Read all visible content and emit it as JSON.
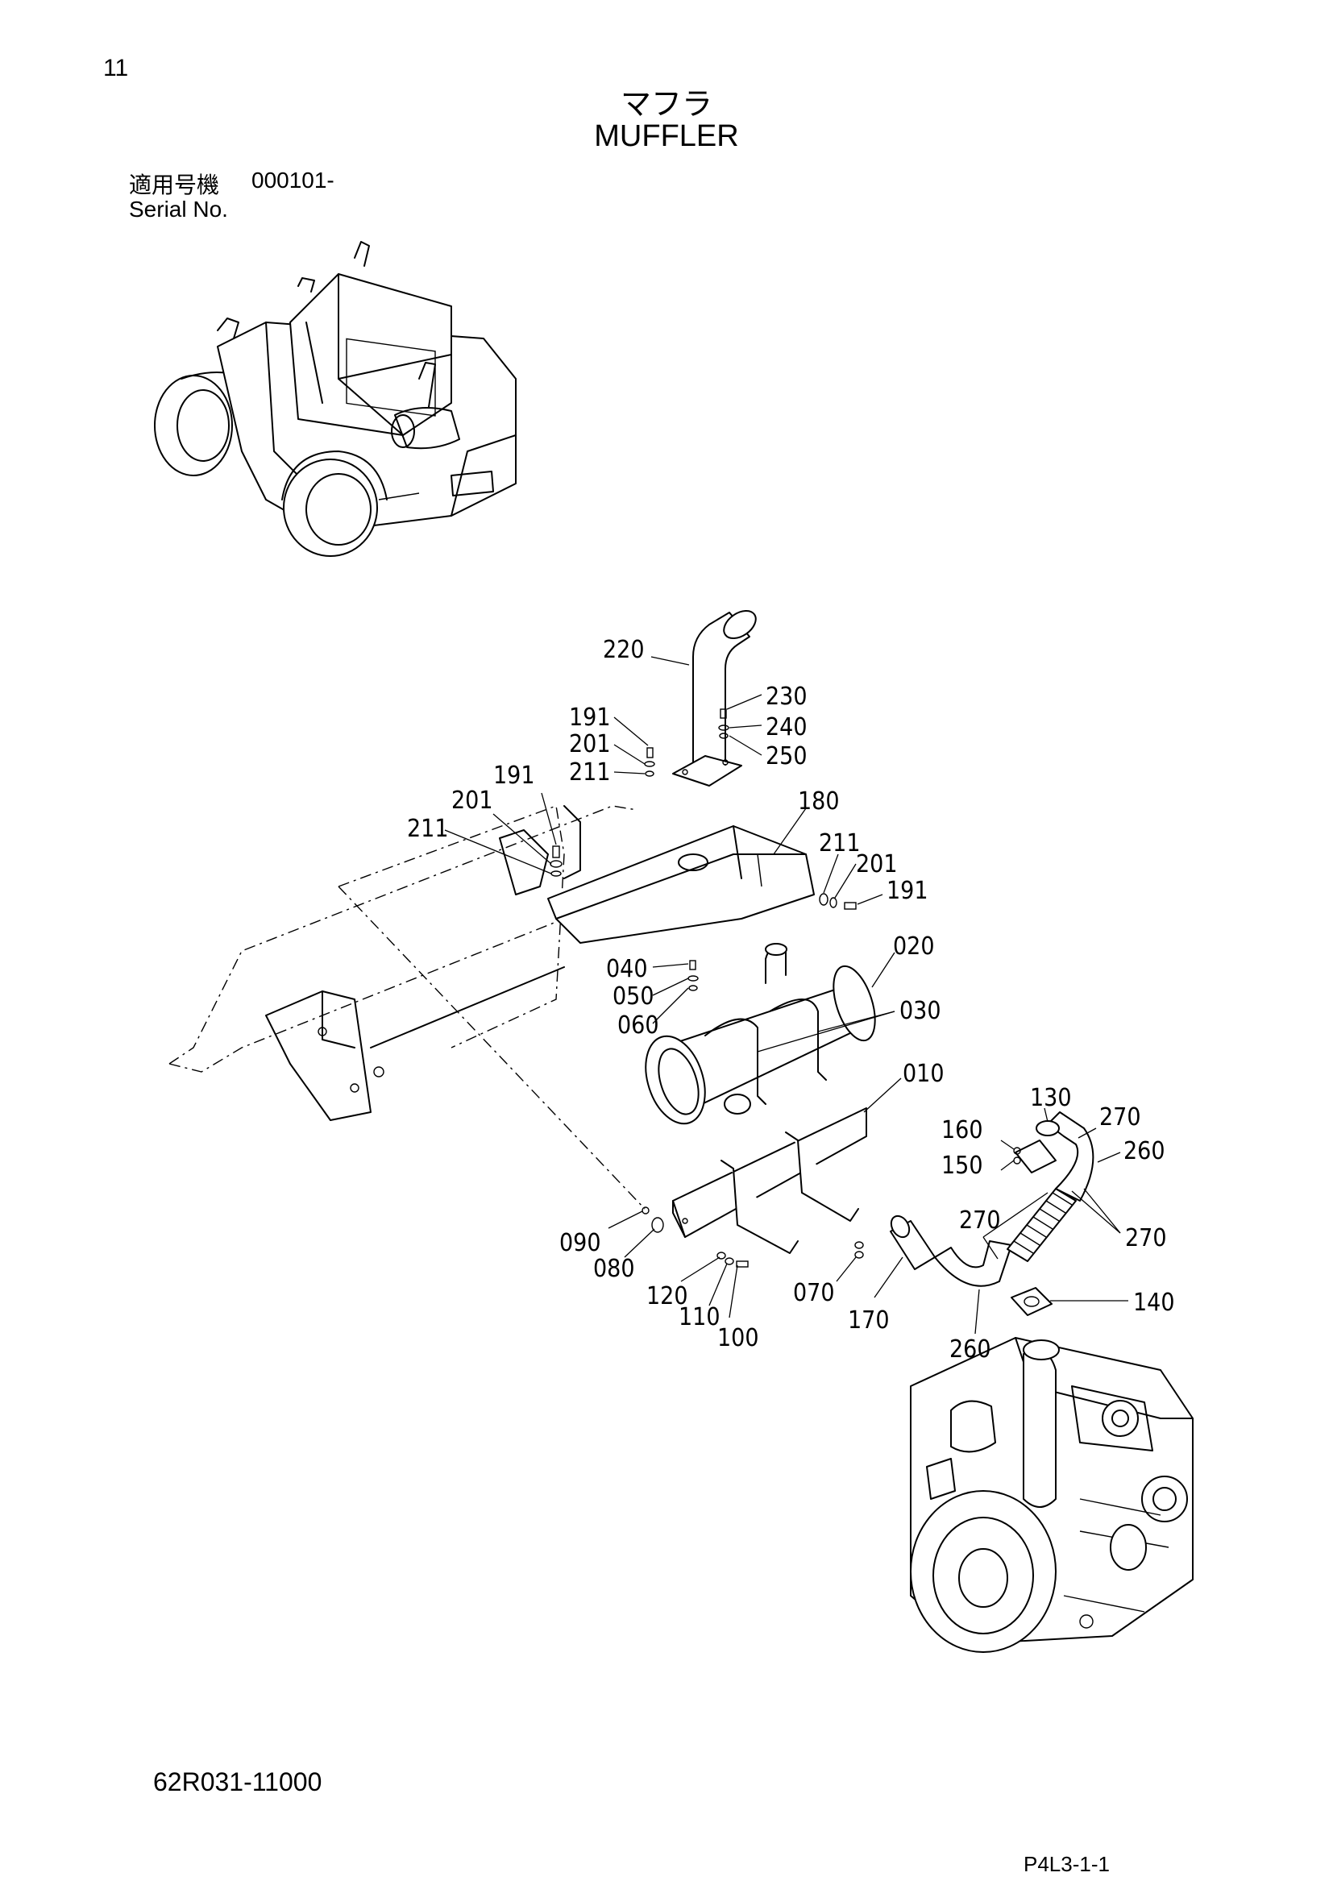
{
  "page_number": "11",
  "title_jp": "マフラ",
  "title_en": "MUFFLER",
  "serial": {
    "label_jp": "適用号機",
    "value": "000101-",
    "label_en": "Serial No."
  },
  "doc_code": "62R031-11000",
  "page_ref": "P4L3-1-1",
  "callouts": [
    {
      "id": "c220",
      "text": "220"
    },
    {
      "id": "c230",
      "text": "230"
    },
    {
      "id": "c240",
      "text": "240"
    },
    {
      "id": "c250",
      "text": "250"
    },
    {
      "id": "c191a",
      "text": "191"
    },
    {
      "id": "c201a",
      "text": "201"
    },
    {
      "id": "c211a",
      "text": "211"
    },
    {
      "id": "c191b",
      "text": "191"
    },
    {
      "id": "c201b",
      "text": "201"
    },
    {
      "id": "c211b",
      "text": "211"
    },
    {
      "id": "c180",
      "text": "180"
    },
    {
      "id": "c211c",
      "text": "211"
    },
    {
      "id": "c201c",
      "text": "201"
    },
    {
      "id": "c191c",
      "text": "191"
    },
    {
      "id": "c040",
      "text": "040"
    },
    {
      "id": "c050",
      "text": "050"
    },
    {
      "id": "c060",
      "text": "060"
    },
    {
      "id": "c020",
      "text": "020"
    },
    {
      "id": "c030",
      "text": "030"
    },
    {
      "id": "c010",
      "text": "010"
    },
    {
      "id": "c130",
      "text": "130"
    },
    {
      "id": "c270a",
      "text": "270"
    },
    {
      "id": "c160",
      "text": "160"
    },
    {
      "id": "c260a",
      "text": "260"
    },
    {
      "id": "c150",
      "text": "150"
    },
    {
      "id": "c270b",
      "text": "270"
    },
    {
      "id": "c270c",
      "text": "270"
    },
    {
      "id": "c090",
      "text": "090"
    },
    {
      "id": "c080",
      "text": "080"
    },
    {
      "id": "c120",
      "text": "120"
    },
    {
      "id": "c110",
      "text": "110"
    },
    {
      "id": "c100",
      "text": "100"
    },
    {
      "id": "c070",
      "text": "070"
    },
    {
      "id": "c170",
      "text": "170"
    },
    {
      "id": "c140",
      "text": "140"
    },
    {
      "id": "c260b",
      "text": "260"
    }
  ]
}
